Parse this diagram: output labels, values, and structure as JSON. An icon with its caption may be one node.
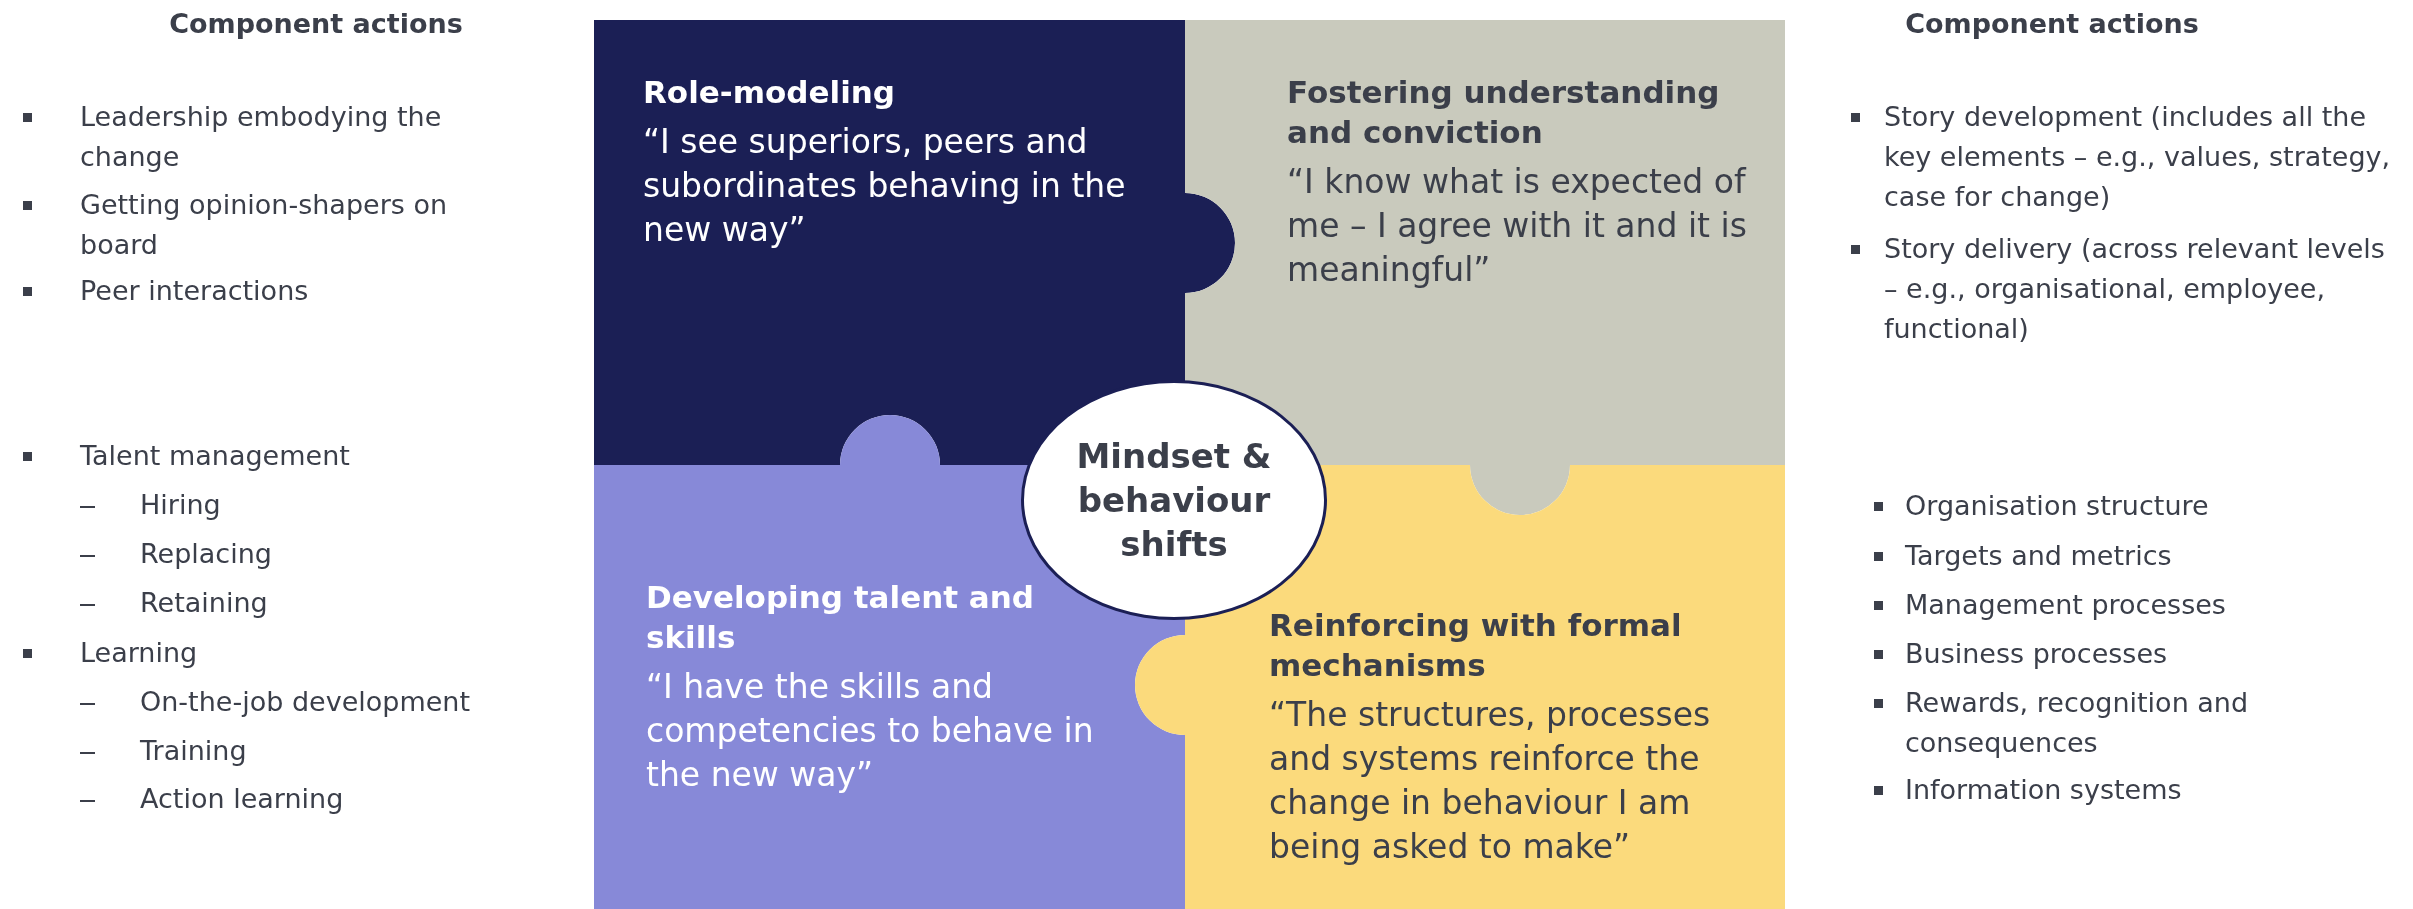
{
  "diagram": {
    "nodes": [
      {
        "text": [
          "Role-modeling",
          "“I see superiors, peers and subordinates behaving in the new way”"
        ]
      },
      {
        "text": [
          "Fostering understanding and conviction",
          "“I know what is expected of me – I agree with it and it is meaningful”"
        ]
      },
      {
        "text": [
          "Developing talent and skills",
          "“I have the skills and competencies to behave in the new way”"
        ]
      },
      {
        "text": [
          "Reinforcing with formal mechanisms",
          "“The structures, processes and systems reinforce the change in behaviour I am being asked to make”"
        ]
      },
      {
        "text": [
          "Mindset & behaviour shifts"
        ]
      }
    ],
    "labels": [
      "Component actions",
      "Leadership embodying the change",
      "Getting opinion-shapers on board",
      "Peer interactions",
      "Talent management",
      "Hiring",
      "Replacing",
      "Retaining",
      "Learning",
      "On-the-job development",
      "Training",
      "Action learning",
      "Component actions",
      "Story development (includes all the key elements – e.g., values, strategy, case for change)",
      "Story delivery (across relevant levels – e.g., organisational, employee, functional)",
      "Organisation structure",
      "Targets and metrics",
      "Management processes",
      "Business processes",
      "Rewards, recognition and consequences",
      "Information systems"
    ]
  }
}
